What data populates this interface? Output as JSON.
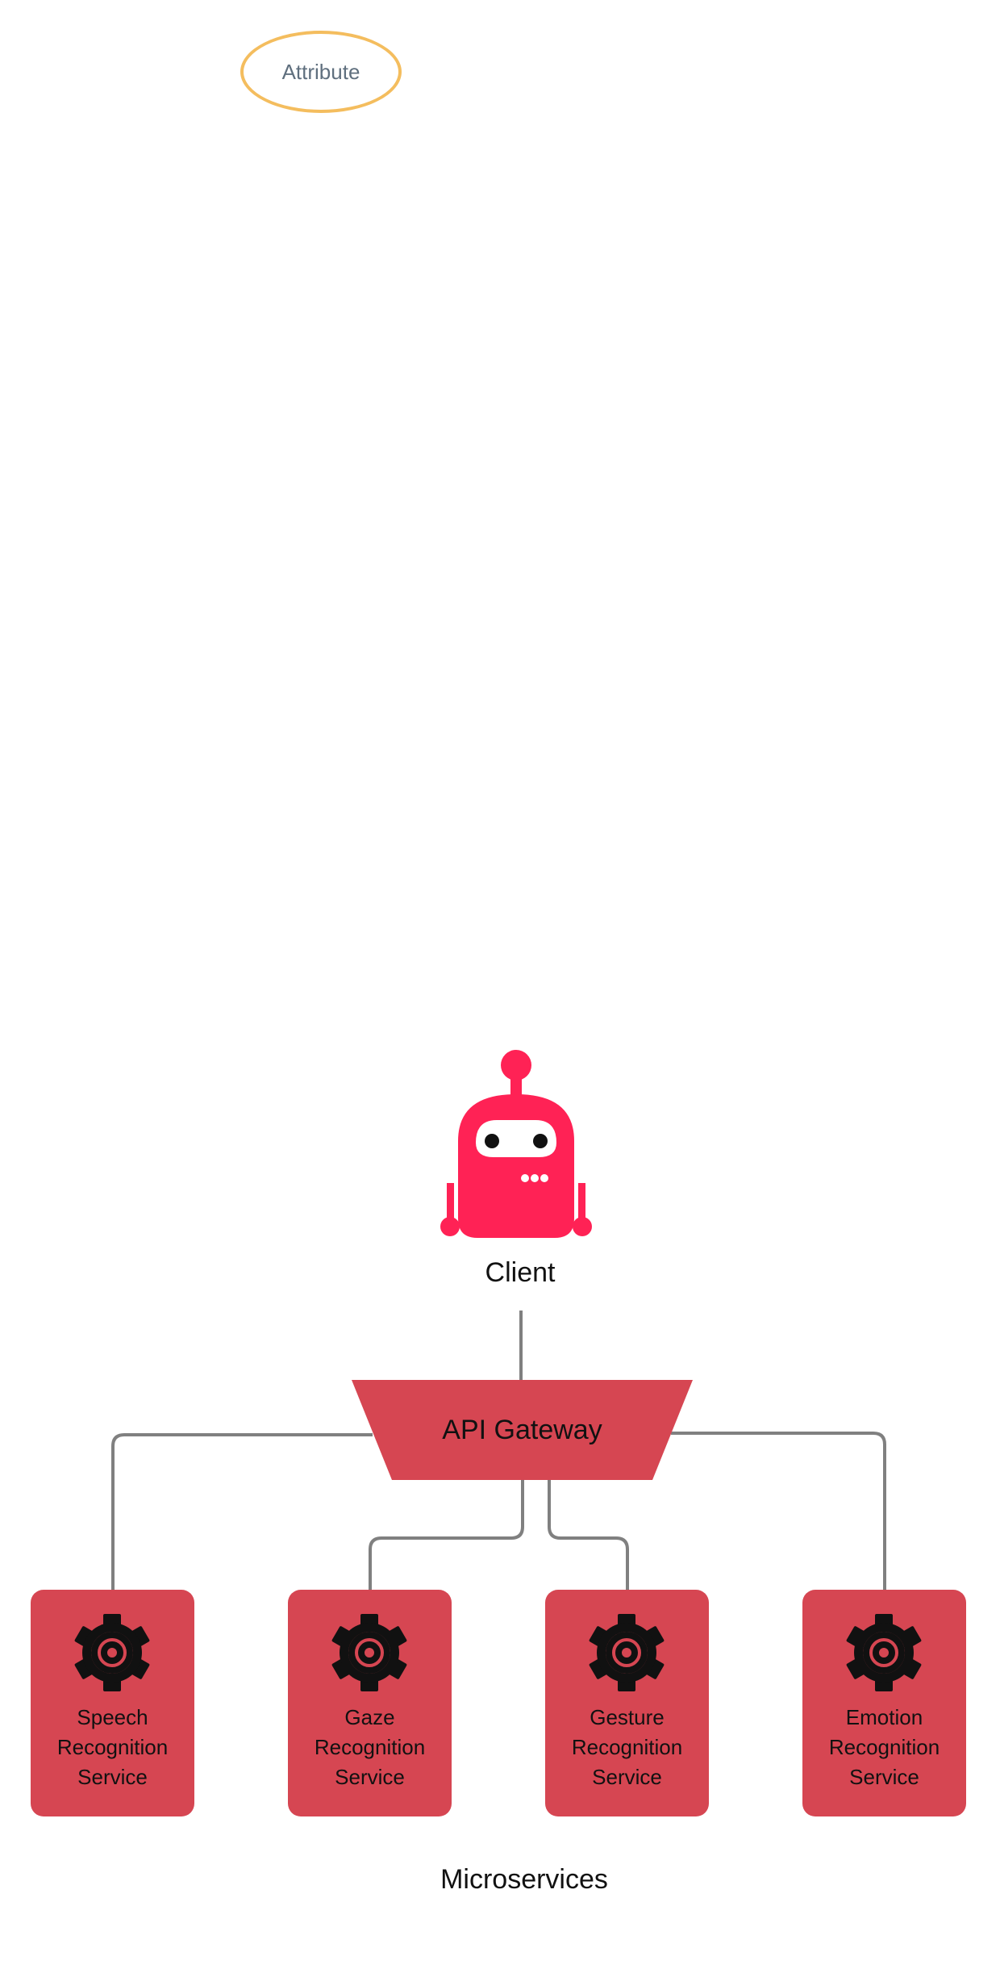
{
  "attribute": {
    "label": "Attribute"
  },
  "client": {
    "label": "Client",
    "icon": "robot-icon",
    "color": "#ff2255"
  },
  "gateway": {
    "label": "API Gateway",
    "color": "#d64652"
  },
  "services": [
    {
      "line1": "Speech",
      "line2": "Recognition",
      "line3": "Service",
      "icon": "gear-icon"
    },
    {
      "line1": "Gaze",
      "line2": "Recognition",
      "line3": "Service",
      "icon": "gear-icon"
    },
    {
      "line1": "Gesture",
      "line2": "Recognition",
      "line3": "Service",
      "icon": "gear-icon"
    },
    {
      "line1": "Emotion",
      "line2": "Recognition",
      "line3": "Service",
      "icon": "gear-icon"
    }
  ],
  "group": {
    "label": "Microservices"
  },
  "colors": {
    "service_fill": "#d64652",
    "connector": "#808080",
    "attribute_border": "#f4bd5e"
  }
}
